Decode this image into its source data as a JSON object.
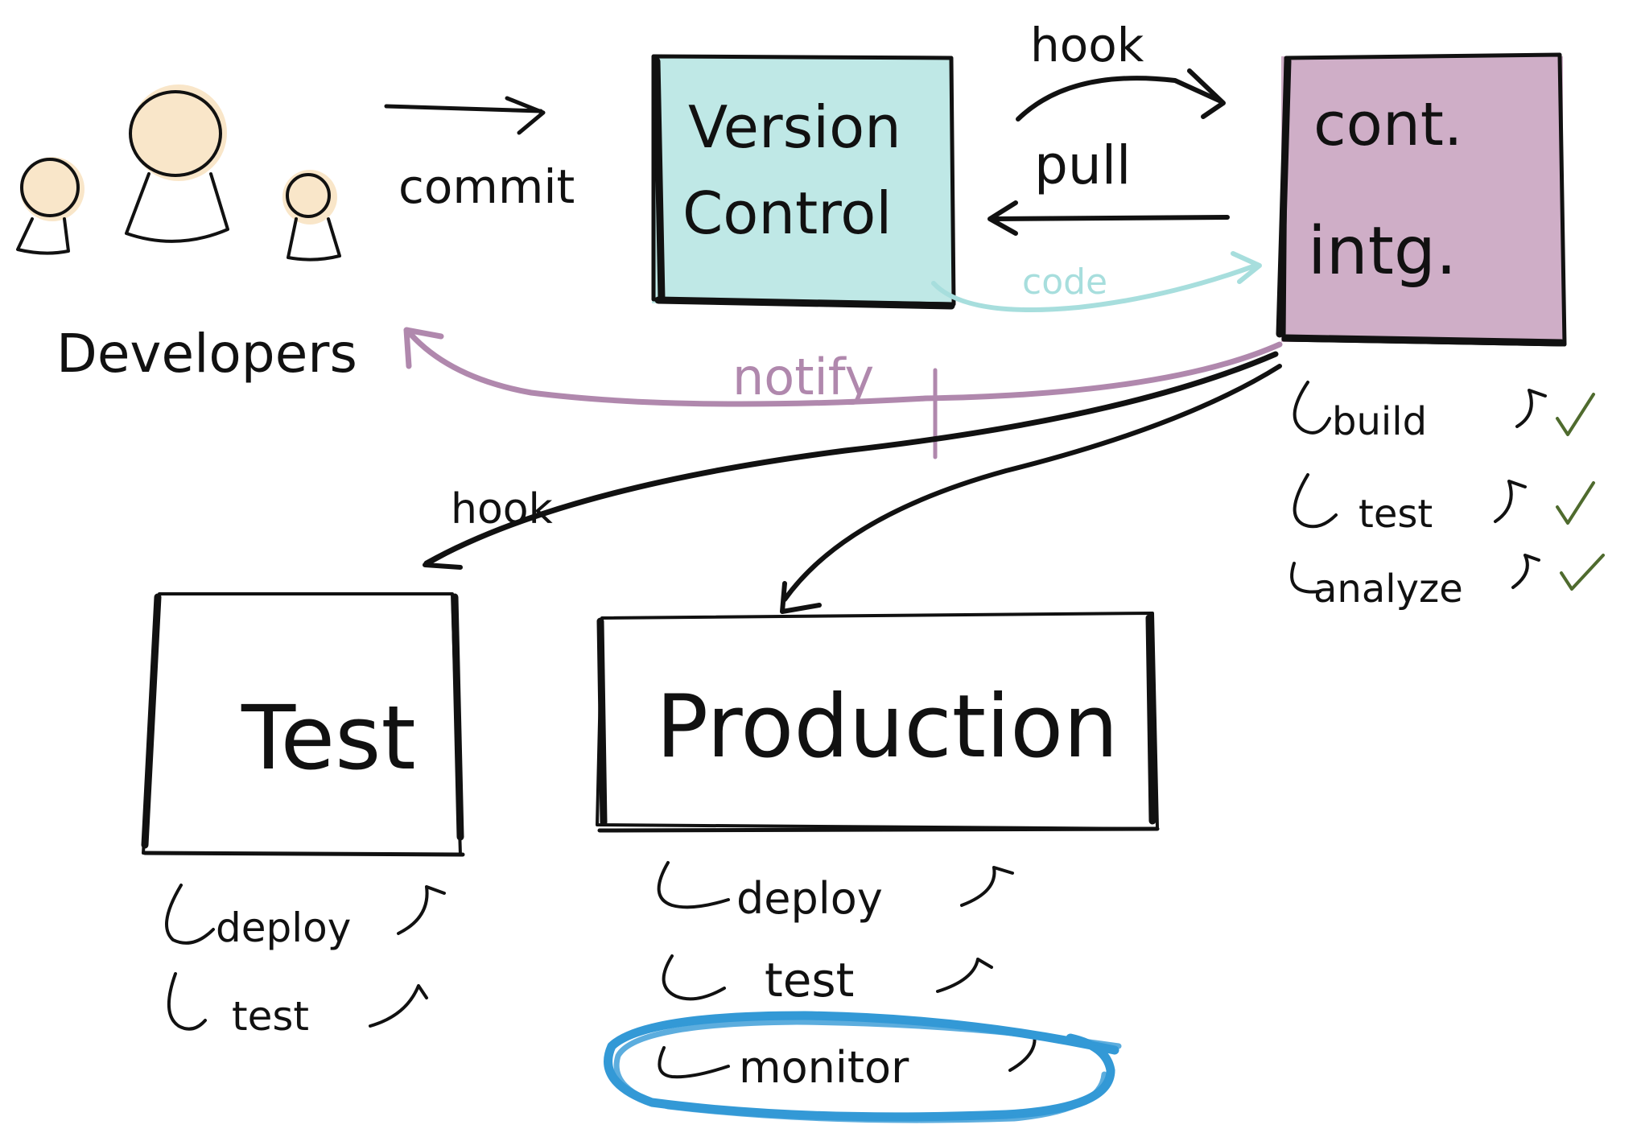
{
  "nodes": {
    "developers": {
      "label": "Developers"
    },
    "version_control": {
      "line1": "Version",
      "line2": "Control"
    },
    "continuous_integration": {
      "line1": "cont.",
      "line2": "intg."
    },
    "test_env": {
      "label": "Test"
    },
    "production_env": {
      "label": "Production"
    }
  },
  "edges": {
    "commit": "commit",
    "hook_top": "hook",
    "pull": "pull",
    "code": "code",
    "notify": "notify",
    "hook_bottom": "hook"
  },
  "steps": {
    "ci": [
      "build",
      "test",
      "analyze"
    ],
    "test_env": [
      "deploy",
      "test"
    ],
    "production_env": [
      "deploy",
      "test",
      "monitor"
    ]
  },
  "colors": {
    "ink": "#111111",
    "skin": "#f7ddb7",
    "version_control_fill": "#bfe8e6",
    "ci_fill": "#cfaec7",
    "code_arrow": "#a7dedd",
    "notify_arrow": "#b088ad",
    "check": "#4f6b2e",
    "highlight": "#3399d6"
  },
  "icons": {
    "check": "check-icon",
    "developer": "developer-figure-icon",
    "loop": "loop-arrow-icon"
  }
}
